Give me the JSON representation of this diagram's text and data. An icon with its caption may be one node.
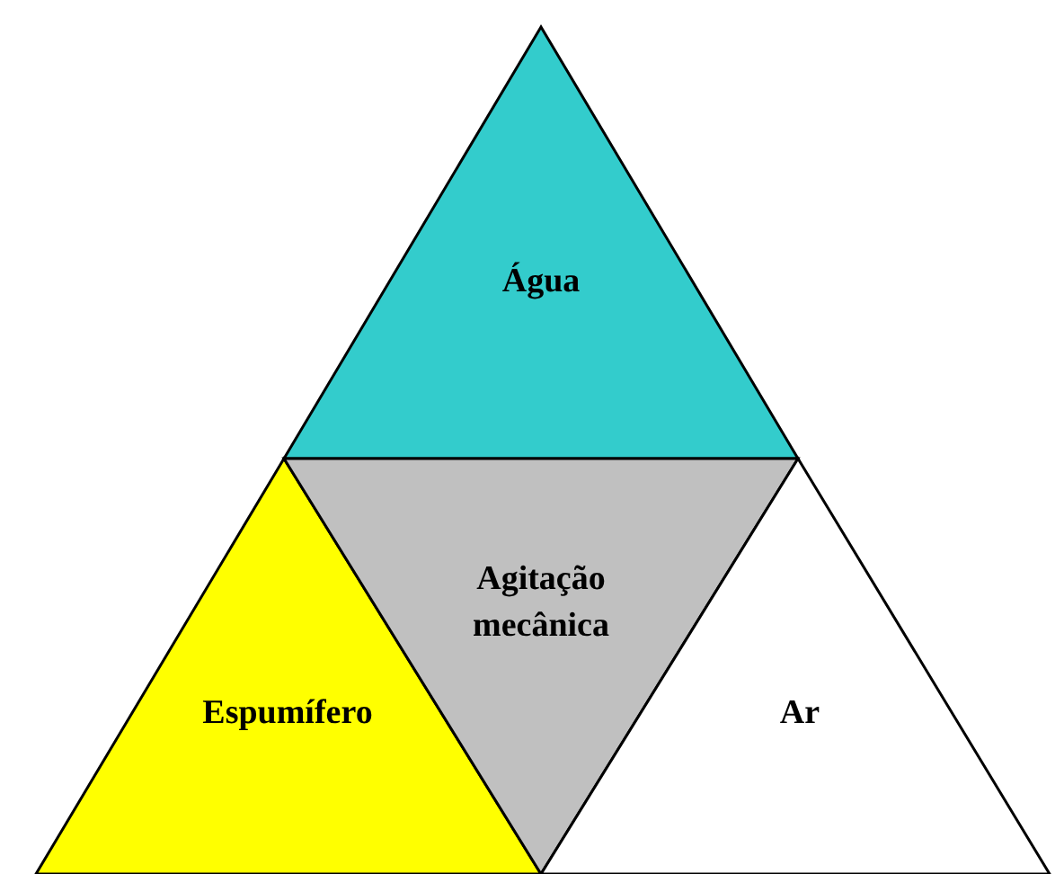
{
  "diagram": {
    "nodes": [
      {
        "text": [
          "Água"
        ]
      },
      {
        "text": [
          "Espumífero"
        ]
      },
      {
        "text": [
          "Agitação mecânica"
        ]
      },
      {
        "text": [
          "Ar"
        ]
      }
    ]
  }
}
